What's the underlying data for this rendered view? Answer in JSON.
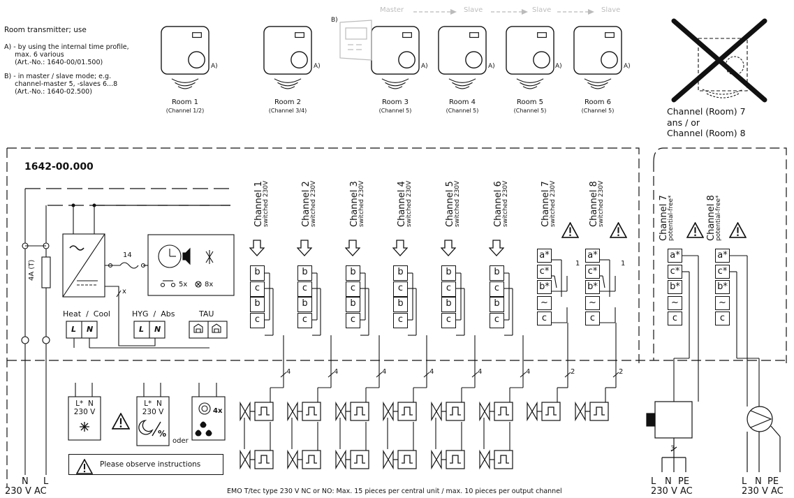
{
  "intro": {
    "heading": "Room transmitter; use",
    "option_a": "A) - by using the internal time profile,\n     max. 6 various\n     (Art.-No.: 1640-00/01.500)",
    "option_b": "B) - in master / slave mode; e.g.\n     channel-master 5, -slaves 6...8\n     (Art.-No.: 1640-02.500)"
  },
  "rooms": [
    {
      "name": "Room 1",
      "channel": "(Channel 1/2)",
      "tag": "A)"
    },
    {
      "name": "Room 2",
      "channel": "(Channel 3/4)",
      "tag": "A)"
    },
    {
      "name": "Room 3",
      "channel": "(Channel 5)",
      "tag": "A)"
    },
    {
      "name": "Room 4",
      "channel": "(Channel 5)",
      "tag": "A)"
    },
    {
      "name": "Room 5",
      "channel": "(Channel 5)",
      "tag": "A)"
    },
    {
      "name": "Room 6",
      "channel": "(Channel 5)",
      "tag": "A)"
    }
  ],
  "master_slave": {
    "b_tag": "B)",
    "master": "Master",
    "slave": "Slave"
  },
  "channel78_note": "Channel (Room) 7\nans / or\nChannel (Room) 8",
  "model": "1642-00.000",
  "fuse": "4A (T)",
  "cable_14": "14",
  "cable_x": "x",
  "clock_counts": {
    "left": "5x",
    "right": "8x"
  },
  "groups": {
    "heat_cool": "Heat  /  Cool",
    "hyg_abs": "HYG  /  Abs",
    "tau": "TAU"
  },
  "terminal_L": "L",
  "terminal_N": "N",
  "channels_switched": [
    {
      "name": "Channel 1",
      "sub": "switched 230V",
      "terms": [
        "b",
        "c",
        "b",
        "c"
      ]
    },
    {
      "name": "Channel 2",
      "sub": "switched 230V",
      "terms": [
        "b",
        "c",
        "b",
        "c"
      ]
    },
    {
      "name": "Channel 3",
      "sub": "switched 230V",
      "terms": [
        "b",
        "c",
        "b",
        "c"
      ]
    },
    {
      "name": "Channel 4",
      "sub": "switched 230V",
      "terms": [
        "b",
        "c",
        "b",
        "c"
      ]
    },
    {
      "name": "Channel 5",
      "sub": "switched 230V",
      "terms": [
        "b",
        "c",
        "b",
        "c"
      ]
    },
    {
      "name": "Channel 6",
      "sub": "switched 230V",
      "terms": [
        "b",
        "c",
        "b",
        "c"
      ]
    },
    {
      "name": "Channel 7",
      "sub": "switched 230V",
      "terms": [
        "a*",
        "c*",
        "b*",
        "~",
        "c"
      ]
    },
    {
      "name": "Channel 8",
      "sub": "switched 230V",
      "terms": [
        "a*",
        "c*",
        "b*",
        "~",
        "c"
      ]
    }
  ],
  "channels_free": [
    {
      "name": "Channel 7",
      "sub": "potential-free*",
      "terms": [
        "a*",
        "c*",
        "b*",
        "~",
        "c"
      ]
    },
    {
      "name": "Channel 8",
      "sub": "potential-free*",
      "terms": [
        "a*",
        "c*",
        "b*",
        "~",
        "c"
      ]
    }
  ],
  "wire_counts": [
    "4",
    "4",
    "4",
    "4",
    "4",
    "4",
    "2",
    "2"
  ],
  "relay_wire_count": "1",
  "actuator_wire_count": "3",
  "box1": {
    "l": "L*",
    "n": "N",
    "volt": "230 V"
  },
  "box2": {
    "l": "L*",
    "n": "N",
    "volt": "230 V"
  },
  "box3": {
    "count": "4x"
  },
  "oder": "oder",
  "warning_text": "Please observe instructions",
  "supply_left": {
    "l": "L",
    "n": "N",
    "volt": "230 V AC"
  },
  "supply_mid": {
    "l": "L",
    "n": "N",
    "pe": "PE",
    "volt": "230 V AC"
  },
  "supply_right": {
    "l": "L",
    "n": "N",
    "pe": "PE",
    "volt": "230 V AC"
  },
  "emo_note": "EMO T/tec type 230 V NC or NO: Max. 15 pieces per central unit / max. 10 pieces per output channel"
}
